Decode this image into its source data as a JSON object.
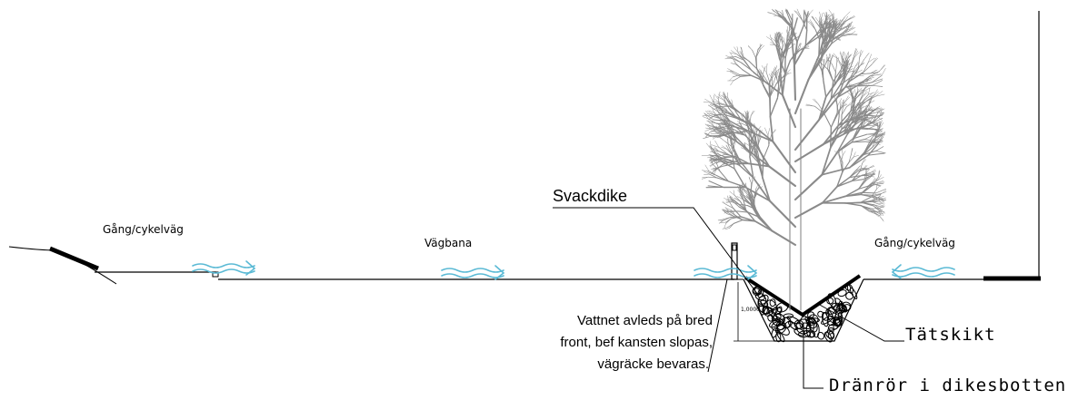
{
  "labels": {
    "gc_left": "Gång/cykelväg",
    "road": "Vägbana",
    "gc_right": "Gång/cykelväg",
    "svackdike": "Svackdike",
    "tatskikt": "Tätskikt",
    "dranror": "Dränrör i dikesbotten",
    "dimension": "1,0000"
  },
  "note": {
    "lines": [
      "Vattnet avleds på bred",
      "front, bef kansten slopas,",
      "vägräcke bevaras."
    ]
  },
  "colors": {
    "flow_arrows": "#5bbad5",
    "tree": "#8a8a8a",
    "lines": "#000000"
  }
}
